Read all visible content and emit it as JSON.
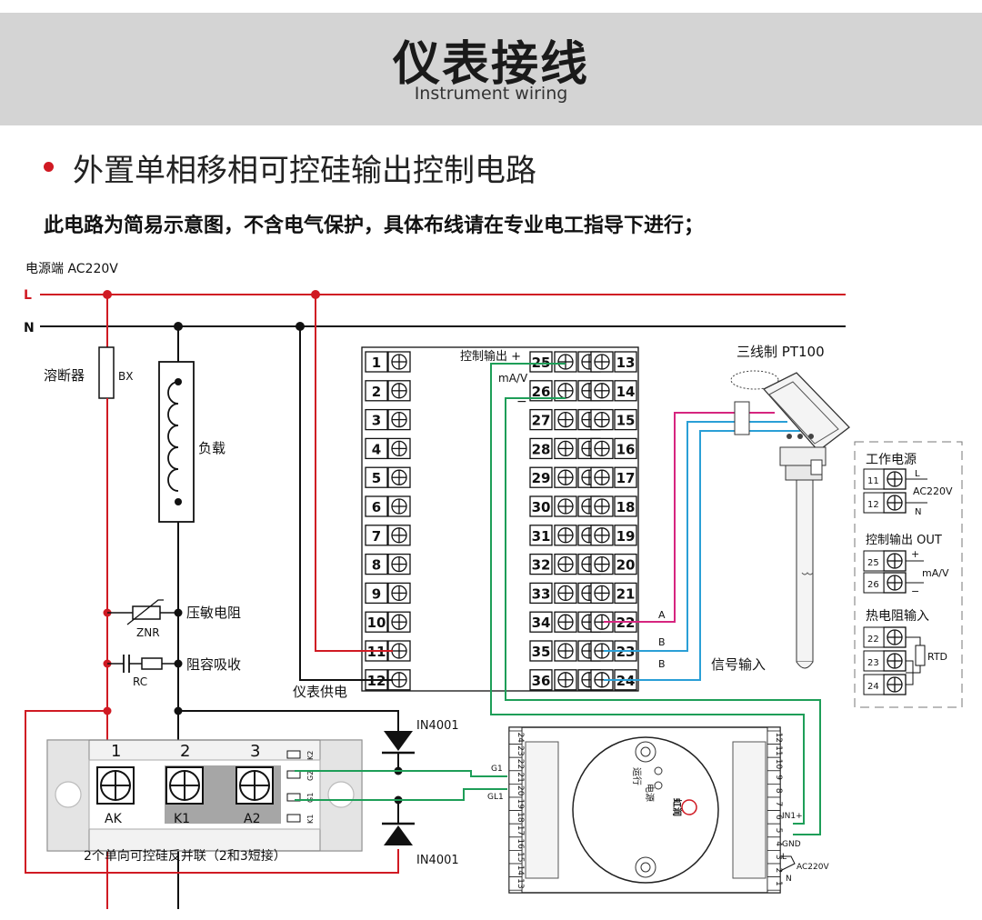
{
  "header": {
    "title": "仪表接线",
    "subtitle": "Instrument wiring"
  },
  "section": {
    "title": "外置单相移相可控硅输出控制电路"
  },
  "note": "此电路为简易示意图，不含电气保护，具体布线请在专业电工指导下进行；",
  "diagram": {
    "power_label": "电源端  AC220V",
    "L": "L",
    "N": "N",
    "fuse": "溶断器",
    "fuse_code": "BX",
    "load": "负载",
    "varistor": "压敏电阻",
    "varistor_code": "ZNR",
    "rc": "阻容吸收",
    "rc_code": "RC",
    "meter_power": "仪表供电",
    "control_output": "控制输出 +",
    "ma_v": "mA/V",
    "minus": "−",
    "pt100": "三线制 PT100",
    "signal_input": "信号输入",
    "wire_a": "A",
    "wire_b1": "B",
    "wire_b2": "B",
    "diode_top": "IN4001",
    "diode_bottom": "IN4001",
    "thyristor_caption": "2个单向可控硅反并联（2和3短接）",
    "thyristor_terminals": [
      "1",
      "2",
      "3"
    ],
    "thyristor_labels": [
      "AK",
      "K1",
      "A2"
    ],
    "thyristor_side": [
      "K2",
      "G2",
      "G1",
      "K1"
    ],
    "trigger": {
      "left_nums": [
        "24",
        "23",
        "22",
        "21",
        "20",
        "19",
        "18",
        "17",
        "16",
        "15",
        "14",
        "13"
      ],
      "right_nums": [
        "12",
        "11",
        "10",
        "9",
        "8",
        "7",
        "6",
        "5",
        "4",
        "3",
        "2",
        "1"
      ],
      "g1": "G1",
      "gl1": "GL1",
      "in1": "IN1+",
      "gnd": "GND",
      "l": "L",
      "n": "N",
      "ac": "AC220V",
      "run": "运行",
      "power": "电源",
      "brand": "虹润"
    },
    "left_terminals": [
      "1",
      "2",
      "3",
      "4",
      "5",
      "6",
      "7",
      "8",
      "9",
      "10",
      "11",
      "12"
    ],
    "mid_terminals": [
      "25",
      "26",
      "27",
      "28",
      "29",
      "30",
      "31",
      "32",
      "33",
      "34",
      "35",
      "36"
    ],
    "right_terminals": [
      "13",
      "14",
      "15",
      "16",
      "17",
      "18",
      "19",
      "20",
      "21",
      "22",
      "23",
      "24"
    ],
    "legend": {
      "power_title": "工作电源",
      "power_t1": "11",
      "power_t2": "12",
      "power_L": "L",
      "power_N": "N",
      "power_ac": "AC220V",
      "out_title": "控制输出 OUT",
      "out_t1": "25",
      "out_t2": "26",
      "out_plus": "+",
      "out_minus": "−",
      "out_ma": "mA/V",
      "rtd_title": "热电阻输入",
      "rtd_t1": "22",
      "rtd_t2": "23",
      "rtd_t3": "24",
      "rtd": "RTD"
    }
  },
  "colors": {
    "red": "#d01a23",
    "green": "#1e9e58",
    "blue": "#2a9fd6",
    "magenta": "#d6257f",
    "header_bg": "#d4d4d4"
  }
}
